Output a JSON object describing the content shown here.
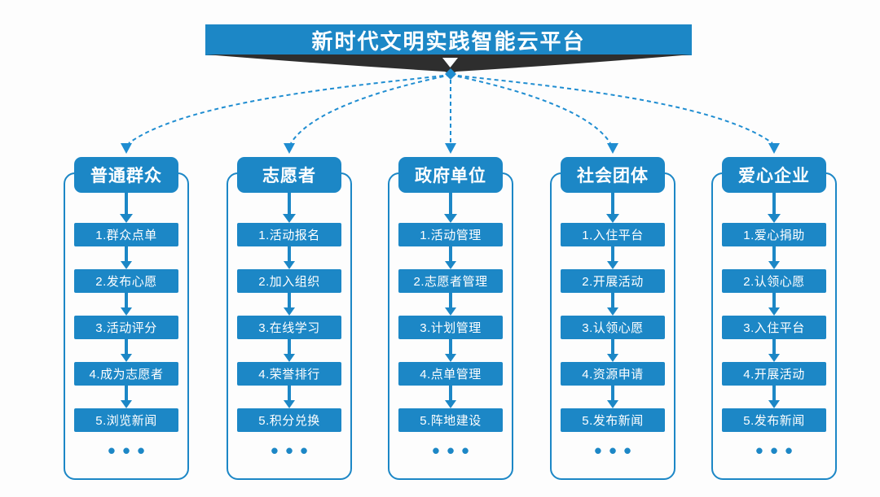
{
  "title": {
    "text": "新时代文明实践智能云平台"
  },
  "ellipsis": "•••",
  "columns": [
    {
      "header": "普通群众",
      "items": [
        "1.群众点单",
        "2.发布心愿",
        "3.活动评分",
        "4.成为志愿者",
        "5.浏览新闻"
      ]
    },
    {
      "header": "志愿者",
      "items": [
        "1.活动报名",
        "2.加入组织",
        "3.在线学习",
        "4.荣誉排行",
        "5.积分兑换"
      ]
    },
    {
      "header": "政府单位",
      "items": [
        "1.活动管理",
        "2.志愿者管理",
        "3.计划管理",
        "4.点单管理",
        "5.阵地建设"
      ]
    },
    {
      "header": "社会团体",
      "items": [
        "1.入住平台",
        "2.开展活动",
        "3.认领心愿",
        "4.资源申请",
        "5.发布新闻"
      ]
    },
    {
      "header": "爱心企业",
      "items": [
        "1.爱心捐助",
        "2.认领心愿",
        "3.入住平台",
        "4.开展活动",
        "5.发布新闻"
      ]
    }
  ],
  "icons": {
    "banner_arrow": "down-triangle",
    "connector_style": "dashed-curved-arrows",
    "step_connector": "solid-down-arrow"
  },
  "colors": {
    "primary_blue": "#1c87c6",
    "connector_blue": "#1f8dd1",
    "banner_shadow_dark": "#2e2e2e",
    "text_on_primary": "#ffffff",
    "background": "#fdfdfd"
  }
}
